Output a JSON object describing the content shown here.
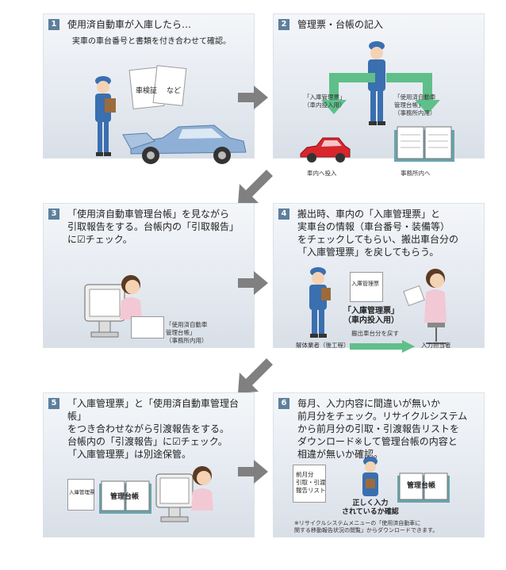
{
  "steps": [
    {
      "num": "1",
      "title": "使用済自動車が入庫したら…",
      "text": "実車の車台番号と書類を付き合わせて確認。"
    },
    {
      "num": "2",
      "title": "管理票・台帳の記入",
      "text": ""
    },
    {
      "num": "3",
      "title": "「使用済自動車管理台帳」を見ながら\n引取報告をする。台帳内の「引取報告」\nに☑チェック。",
      "text": ""
    },
    {
      "num": "4",
      "title": "搬出時、車内の「入庫管理票」と\n実車台の情報（車台番号・装備等）\nをチェックしてもらい、搬出車台分の\n「入庫管理票」を戻してもらう。",
      "text": ""
    },
    {
      "num": "5",
      "title": "「入庫管理票」と「使用済自動車管理台帳」\nをつき合わせながら引渡報告をする。\n台帳内の「引渡報告」に☑チェック。\n「入庫管理票」は別途保管。",
      "text": ""
    },
    {
      "num": "6",
      "title": "毎月、入力内容に間違いが無いか\n前月分をチェック。リサイクルシステム\nから前月分の引取・引渡報告リストを\nダウンロード※して管理台帳の内容と\n相違が無いか確認。",
      "text": ""
    }
  ],
  "labels": {
    "p1_doc1": "車検証",
    "p1_doc2": "など",
    "p2_left": "「入庫管理票」\n（車内投入用）",
    "p2_right": "「使用済自動車\n管理台帳」\n（事務所内用）",
    "p2_car": "車内へ投入",
    "p2_office": "事務所内へ",
    "p3_ledger": "「使用済自動車\n管理台帳」\n（事務所内用）",
    "p4_doc": "入庫管理票",
    "p4_caption": "「入庫管理票」\n（車内投入用）",
    "p4_return": "搬出車台分を戻す",
    "p4_worker": "解体業者（後工程）",
    "p4_staff": "入力担当者",
    "p5_doc": "入庫管理票",
    "p5_book": "管理台帳",
    "p6_list": "前月分\n引取・引渡\n報告リスト",
    "p6_book": "管理台帳",
    "p6_check": "正しく入力\nされているか確認",
    "p6_note": "※リサイクルシステムメニューの「使用済自動車に\n関する移動報告状況の閲覧」からダウンロードできます。"
  },
  "colors": {
    "number_bg": "#5d7f9c",
    "arrow": "#808080",
    "worker_blue": "#3a6fb0",
    "car_red": "#d8262c",
    "car_blue": "#8fb0d6",
    "green_arrow": "#5fbf8a",
    "ledger_teal": "#6aa3ad"
  }
}
